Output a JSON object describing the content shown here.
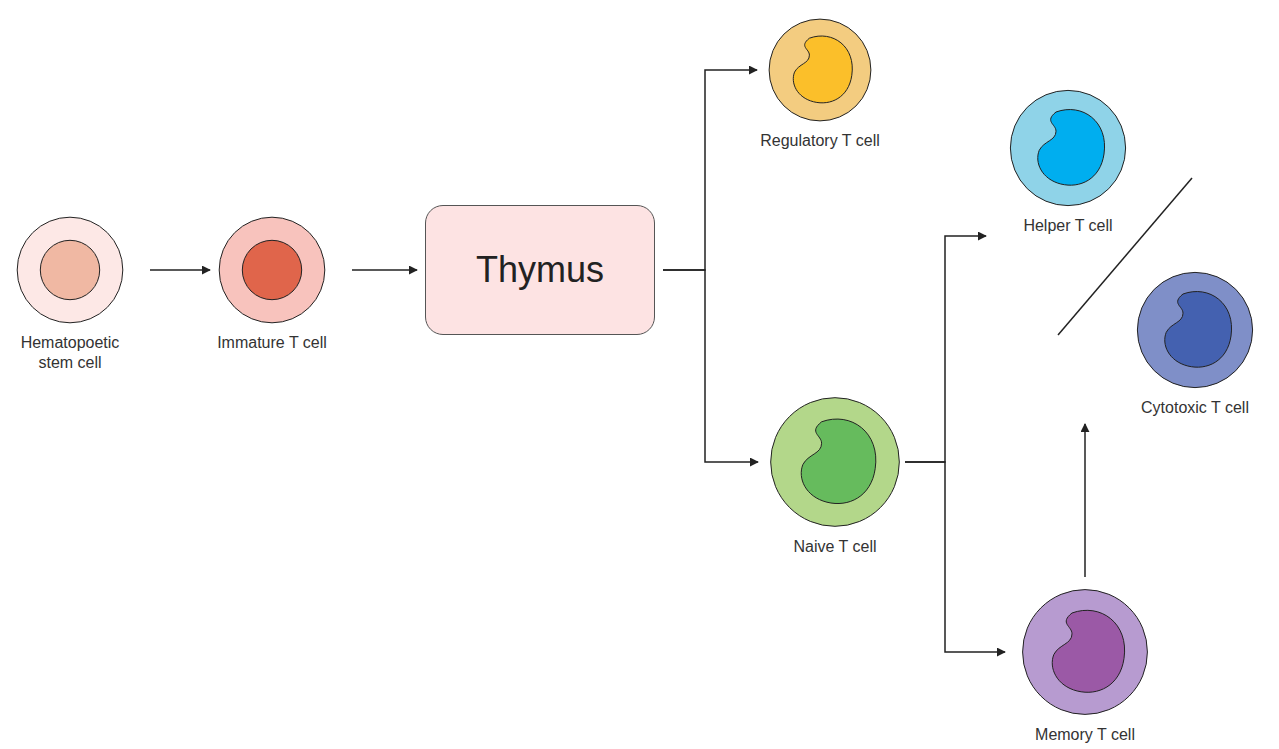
{
  "diagram": {
    "nodes": [
      {
        "text": [
          "Hematopoetic stem cell"
        ]
      },
      {
        "text": [
          "Immature T cell"
        ]
      },
      {
        "text": [
          "Thymus"
        ]
      },
      {
        "text": [
          "Regulatory T cell"
        ]
      },
      {
        "text": [
          "Naive T cell"
        ]
      },
      {
        "text": [
          "Helper T cell"
        ]
      },
      {
        "text": [
          "Cytotoxic T cell"
        ]
      },
      {
        "text": [
          "Memory T cell"
        ]
      }
    ],
    "edges": [
      {
        "from": 0,
        "to": 1,
        "arrow": "to"
      },
      {
        "from": 1,
        "to": 2,
        "arrow": "to"
      },
      {
        "from": 2,
        "to": 3,
        "arrow": "to"
      },
      {
        "from": 2,
        "to": 4,
        "arrow": "to"
      },
      {
        "from": 4,
        "to": 5,
        "arrow": "to"
      },
      {
        "from": 4,
        "to": 7,
        "arrow": "to"
      },
      {
        "from": 7,
        "to": 6,
        "arrow": "to"
      }
    ]
  }
}
